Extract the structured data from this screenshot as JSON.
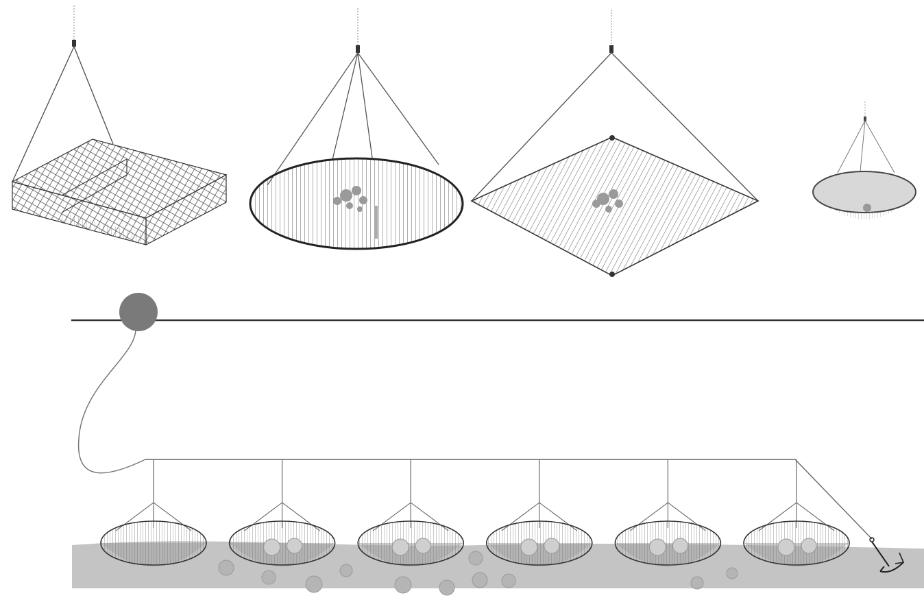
{
  "figure": {
    "has_text_labels": false,
    "top_row_nets": [
      {
        "name": "box-trap",
        "shape": "rectangular box",
        "bait": false
      },
      {
        "name": "ring-net",
        "shape": "ellipse",
        "bait": true
      },
      {
        "name": "square-lift-net",
        "shape": "diamond",
        "bait": true
      },
      {
        "name": "small-hoop-net",
        "shape": "bowl",
        "bait": true
      }
    ],
    "longline": {
      "float_count": 1,
      "trap_count": 6,
      "anchor": true,
      "seabed": true
    }
  },
  "colors": {
    "background": "#ffffff",
    "line": "#555555",
    "dark_line": "#333333",
    "buoy": "#7a7a7a",
    "seabed": "#c4c4c4",
    "mesh": "#8a8a8a",
    "trap_fill": "#a8a8a8",
    "bait": "#9a9a9a",
    "stone": "#bdbdbd"
  }
}
